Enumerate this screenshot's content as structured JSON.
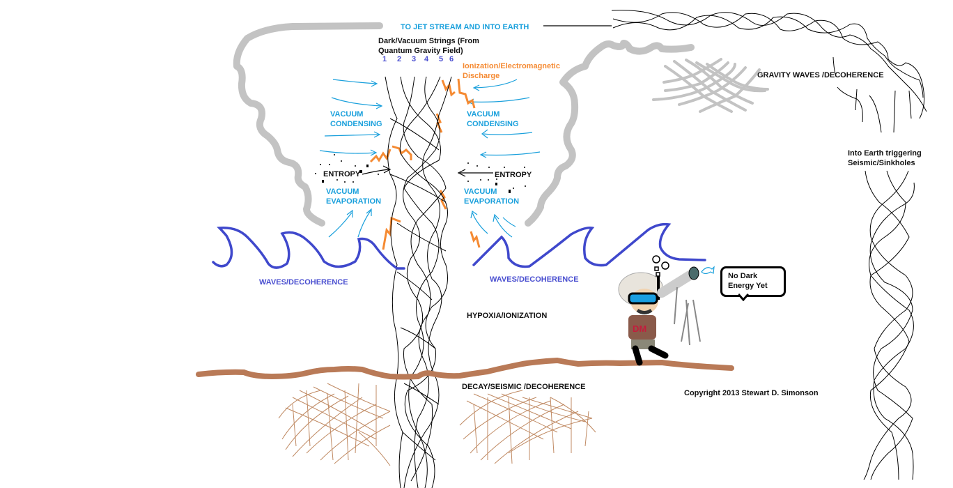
{
  "diagram": {
    "top_label": "TO JET STREAM AND INTO EARTH",
    "strings_title_line1": "Dark/Vacuum Strings (From",
    "strings_title_line2": "Quantum Gravity Field)",
    "string_numbers": [
      "1",
      "2",
      "3",
      "4",
      "5",
      "6"
    ],
    "ionization_line1": "Ionization/Electromagnetic",
    "ionization_line2": "Discharge",
    "left": {
      "condensing_line1": "VACUUM",
      "condensing_line2": "CONDENSING",
      "entropy": "ENTROPY",
      "evaporation_line1": "VACUUM",
      "evaporation_line2": "EVAPORATION",
      "waves": "WAVES/DECOHERENCE"
    },
    "right": {
      "condensing_line1": "VACUUM",
      "condensing_line2": "CONDENSING",
      "entropy": "ENTROPY",
      "evaporation_line1": "VACUUM",
      "evaporation_line2": "EVAPORATION",
      "waves": "WAVES/DECOHERENCE"
    },
    "hypoxia": "HYPOXIA/IONIZATION",
    "decay": "DECAY/SEISMIC /DECOHERENCE",
    "gravity_waves": "GRAVITY WAVES /DECOHERENCE",
    "into_earth_line1": "Into Earth triggering",
    "into_earth_line2": "Seismic/Sinkholes",
    "speech_bubble": "No Dark Energy Yet",
    "shirt_text": "DM",
    "copyright": "Copyright 2013 Stewart D. Simonson",
    "colors": {
      "cloud": "#c3c3c3",
      "arrow_blue": "#1aa0dc",
      "lightning": "#f58a32",
      "wave": "#3f48cc",
      "ground": "#b97a57",
      "roots": "#c08a63",
      "strings": "#000000"
    }
  }
}
